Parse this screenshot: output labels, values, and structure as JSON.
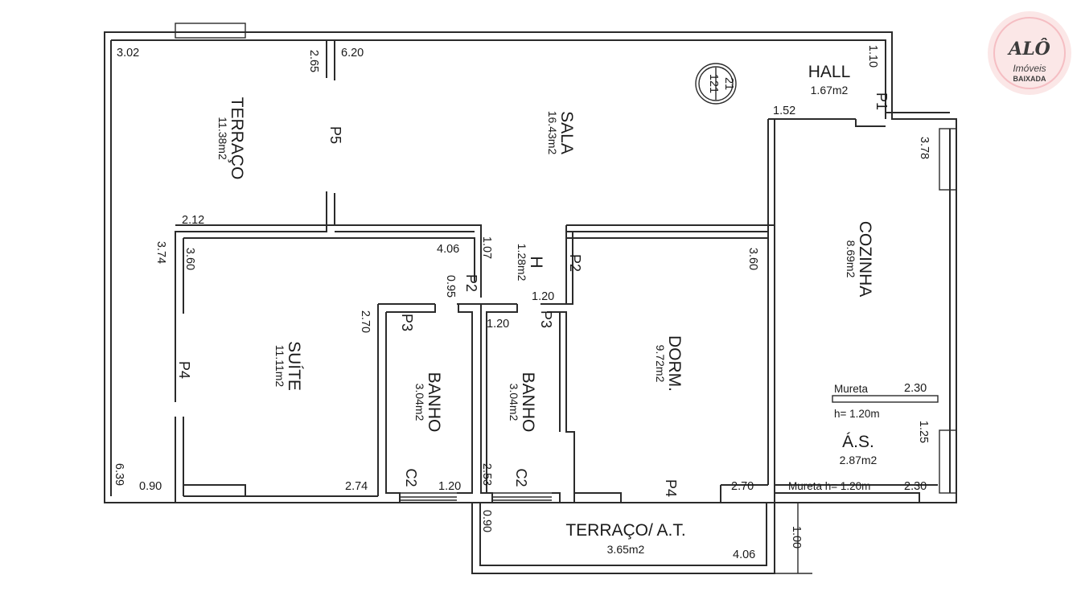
{
  "rooms": {
    "terraco": {
      "name": "TERRAÇO",
      "area": "11.38m2"
    },
    "sala": {
      "name": "SALA",
      "area": "16.43m2"
    },
    "hall": {
      "name": "HALL",
      "area": "1.67m2"
    },
    "h": {
      "name": "H",
      "area": "1.28m2"
    },
    "cozinha": {
      "name": "COZINHA",
      "area": "8.69m2"
    },
    "suite": {
      "name": "SUÍTE",
      "area": "11.11m2"
    },
    "banho1": {
      "name": "BANHO",
      "area": "3.04m2"
    },
    "banho2": {
      "name": "BANHO",
      "area": "3.04m2"
    },
    "dorm": {
      "name": "DORM.",
      "area": "9.72m2"
    },
    "as": {
      "name": "Á.S.",
      "area": "2.87m2"
    },
    "terraco_at": {
      "name": "TERRAÇO/ A.T.",
      "area": "3.65m2"
    }
  },
  "dims": {
    "d302": "3.02",
    "d265": "2.65",
    "d620": "6.20",
    "d110": "1.10",
    "d152": "1.52",
    "d378": "3.78",
    "d212": "2.12",
    "d374": "3.74",
    "d360a": "3.60",
    "d406a": "4.06",
    "d107": "1.07",
    "d095": "0.95",
    "d120a": "1.20",
    "d360b": "3.60",
    "d270a": "2.70",
    "d120b": "1.20",
    "d230a": "2.30",
    "d125": "1.25",
    "d639": "6.39",
    "d090a": "0.90",
    "d274": "2.74",
    "d120c": "1.20",
    "d253": "2.53",
    "d270b": "2.70",
    "d230b": "2.30",
    "d090b": "0.90",
    "d406b": "4.06",
    "d100": "1.00"
  },
  "doors": {
    "p1": "P1",
    "p5": "P5",
    "p2a": "P2",
    "p2b": "P2",
    "p3a": "P3",
    "p3b": "P3",
    "p4a": "P4",
    "p4b": "P4",
    "c2a": "C2",
    "c2b": "C2"
  },
  "mureta": {
    "label_top": "Mureta",
    "height_top": "h= 1.20m",
    "label_bottom": "Mureta h= 1.20m"
  },
  "level_marker": {
    "top": "21",
    "bottom": "121"
  },
  "logo": {
    "brand": "ALÔ",
    "line1": "Imóveis",
    "line2": "BAIXADA",
    "color": "#e8213a"
  }
}
